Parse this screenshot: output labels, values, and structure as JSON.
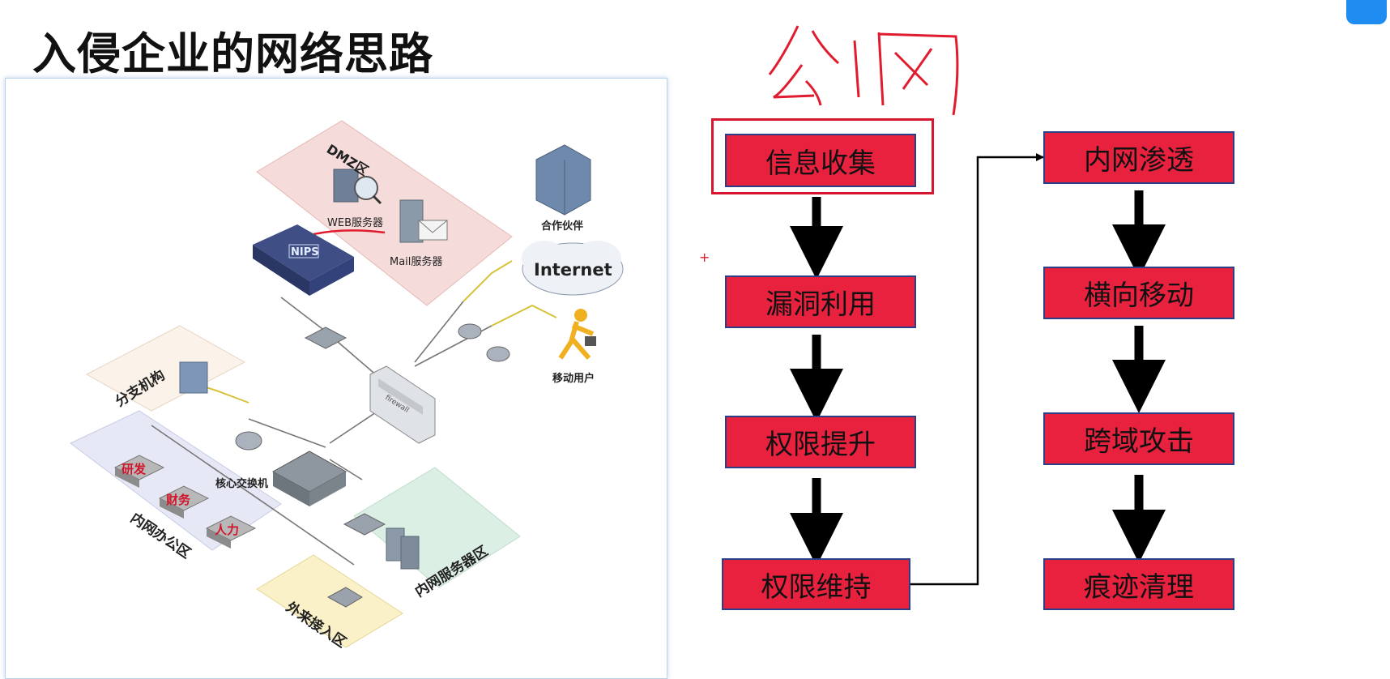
{
  "title": "入侵企业的网络思路",
  "handwritten_note": "公网",
  "network_diagram": {
    "zones": {
      "dmz": "DMZ区",
      "branch": "分支机构",
      "office": "内网办公区",
      "server_zone": "内网服务器区",
      "external_access": "外来接入区"
    },
    "devices": {
      "web_server": "WEB服务器",
      "mail_server": "Mail服务器",
      "nips": "NIPS",
      "internet": "Internet",
      "partner": "合作伙伴",
      "mobile_user": "移动用户",
      "core_switch": "核心交换机",
      "firewall": "firewall"
    },
    "departments": [
      "研发",
      "财务",
      "人力"
    ]
  },
  "flow": {
    "steps": [
      "信息收集",
      "漏洞利用",
      "权限提升",
      "权限维持",
      "内网渗透",
      "横向移动",
      "跨域攻击",
      "痕迹清理"
    ],
    "colors": {
      "box_fill": "#e8213f",
      "box_border": "#2a3f88",
      "highlight": "#d6162e"
    }
  }
}
